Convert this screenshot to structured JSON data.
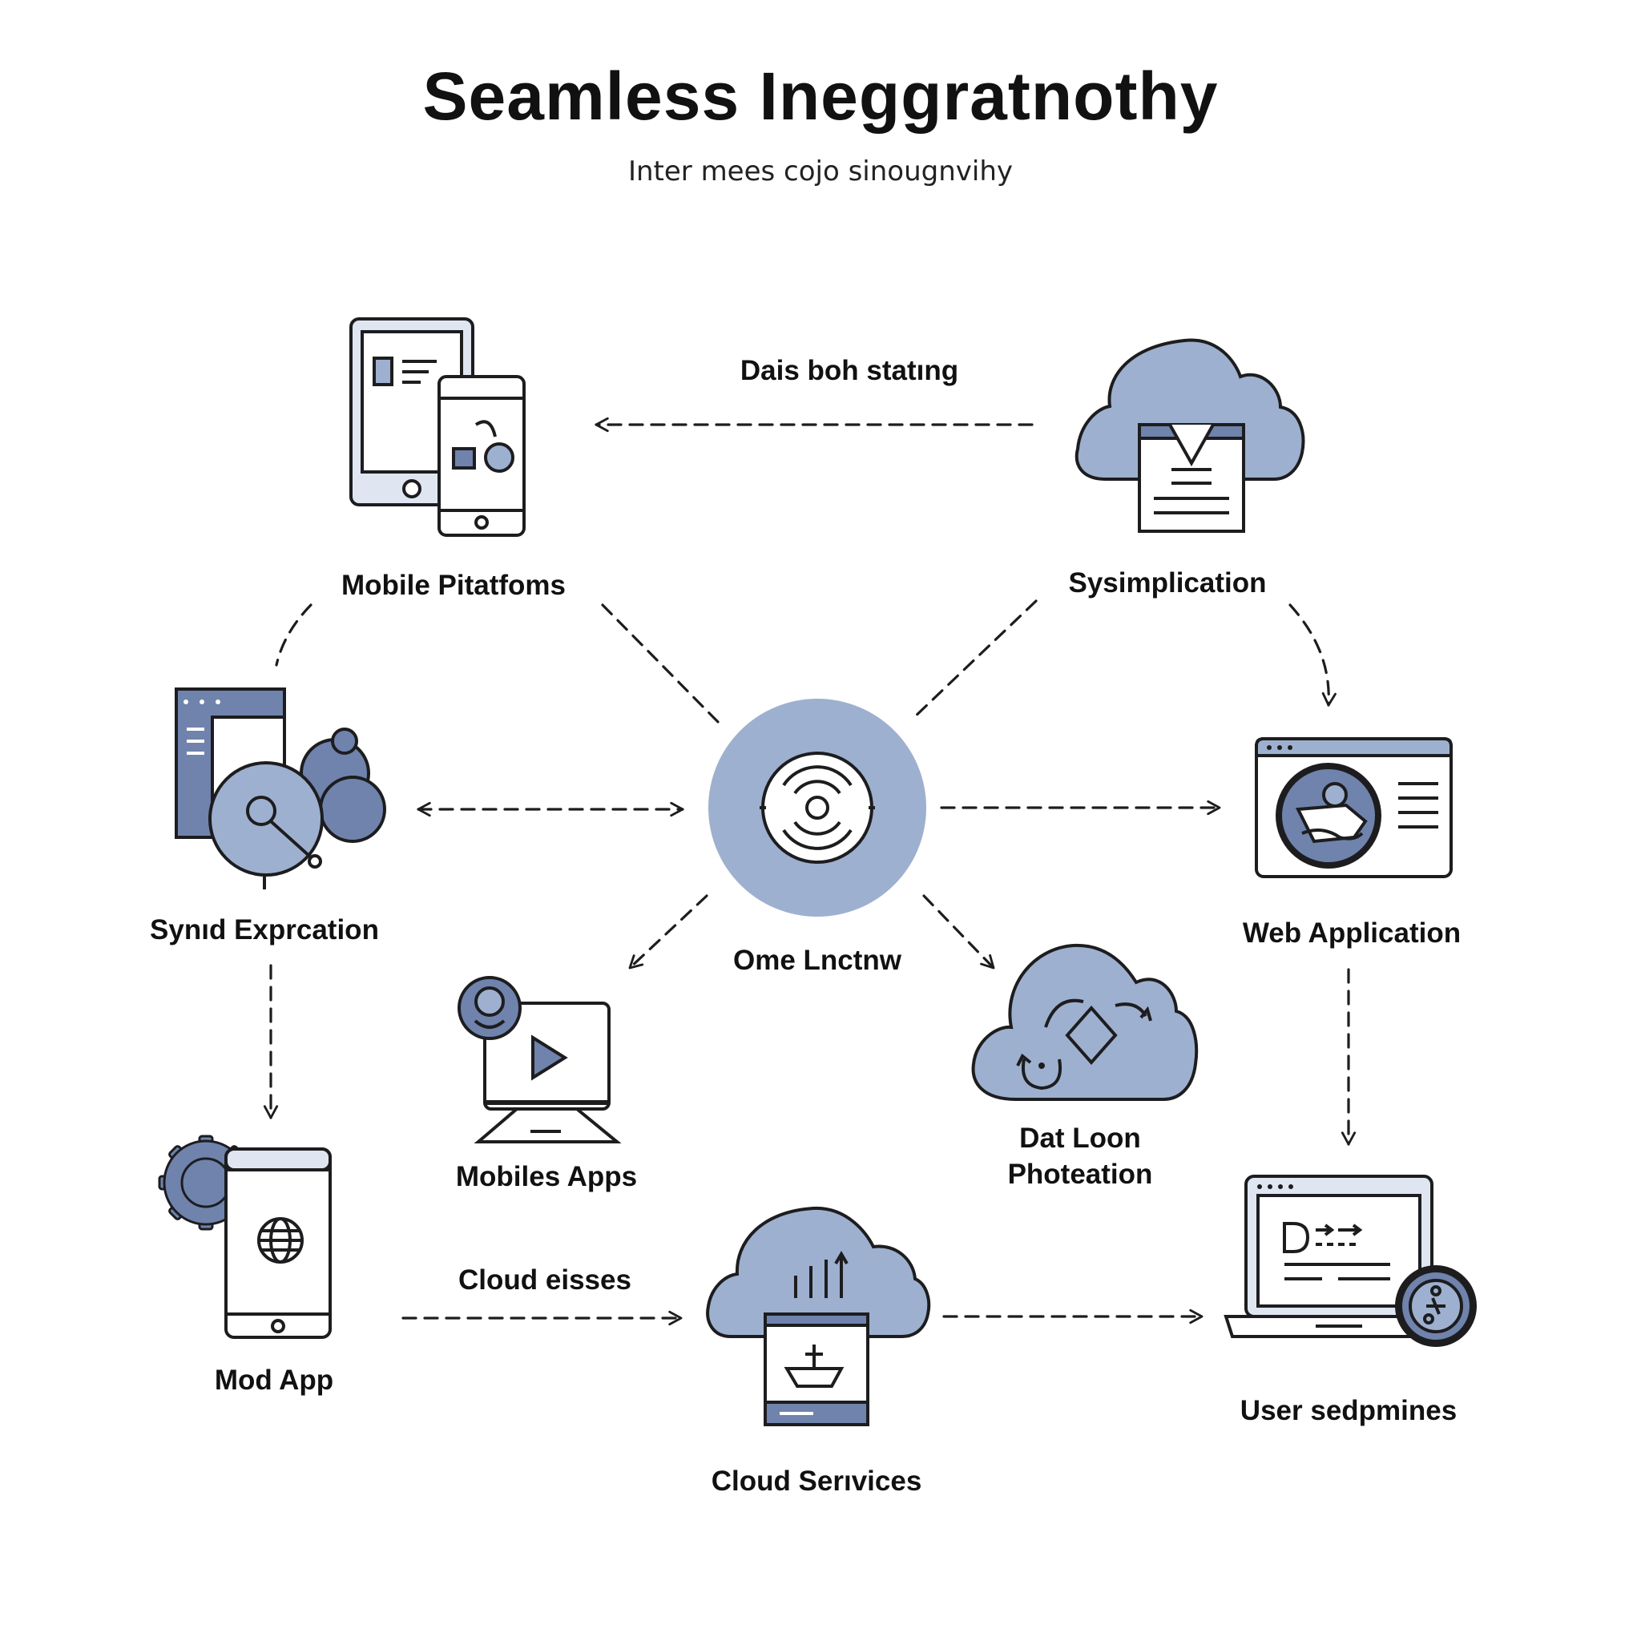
{
  "title": "Seamless Ineggratnothy",
  "subtitle": "Inter mees cojo sinougnvihy",
  "colors": {
    "fill": "#9eb0cf",
    "fill_dark": "#6f83ad",
    "stroke": "#1d1d1f",
    "screen_light": "#dfe6f1"
  },
  "center": {
    "label": "Ome Lnctnw",
    "icon": "signal-hub-icon"
  },
  "nodes": [
    {
      "id": "mobile-platforms",
      "label": "Mobile Pitatfoms",
      "icon": "tablet-phone-icon"
    },
    {
      "id": "sysimplication",
      "label": "Sysimplication",
      "icon": "cloud-document-icon"
    },
    {
      "id": "synid-exprcation",
      "label": "Synıd Exprcation",
      "icon": "window-disc-icon"
    },
    {
      "id": "web-application",
      "label": "Web Application",
      "icon": "browser-globe-icon"
    },
    {
      "id": "mobiles-apps",
      "label": "Mobiles Apps",
      "icon": "monitor-play-icon"
    },
    {
      "id": "dat-loon",
      "label": "Dat Loon\nPhoteation",
      "icon": "cloud-sync-icon"
    },
    {
      "id": "mod-app",
      "label": "Mod App",
      "icon": "phone-gear-globe-icon"
    },
    {
      "id": "cloud-services",
      "label": "Cloud Serıvices",
      "icon": "cloud-upload-icon"
    },
    {
      "id": "user-sedpmines",
      "label": "User sedpmines",
      "icon": "laptop-badge-icon"
    }
  ],
  "edge_labels": {
    "top": "Dais boh statıng",
    "bottom": "Cloud eisses"
  }
}
